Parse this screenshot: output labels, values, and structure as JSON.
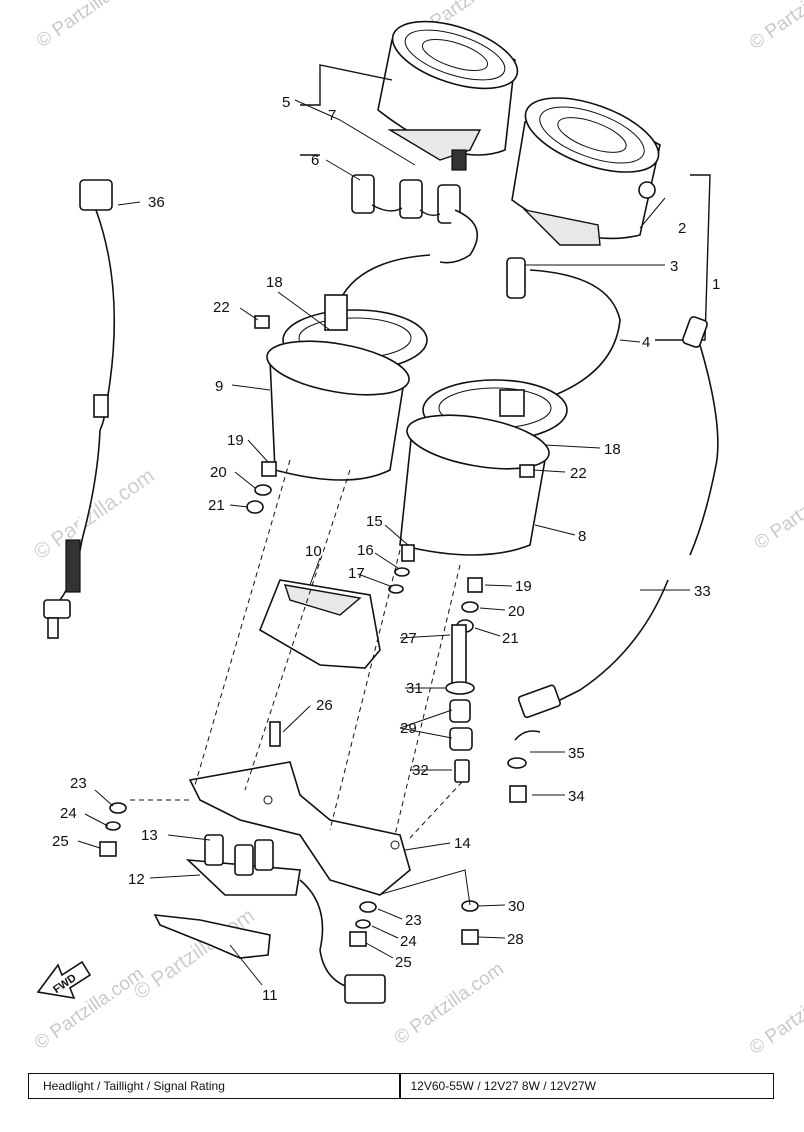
{
  "watermarks": {
    "repeat": "© Partzilla.com",
    "side_left": "© Partzilla.com",
    "side_right": "© Partzilla.com"
  },
  "callouts": {
    "c1": "1",
    "c2": "2",
    "c3": "3",
    "c4": "4",
    "c5": "5",
    "c6": "6",
    "c7": "7",
    "c8": "8",
    "c9": "9",
    "c10": "10",
    "c11": "11",
    "c12": "12",
    "c13": "13",
    "c14": "14",
    "c15": "15",
    "c16": "16",
    "c17": "17",
    "c18a": "18",
    "c18b": "18",
    "c19a": "19",
    "c19b": "19",
    "c20a": "20",
    "c20b": "20",
    "c21a": "21",
    "c21b": "21",
    "c22a": "22",
    "c22b": "22",
    "c23a": "23",
    "c23b": "23",
    "c24a": "24",
    "c24b": "24",
    "c25a": "25",
    "c25b": "25",
    "c26": "26",
    "c27": "27",
    "c28": "28",
    "c29": "29",
    "c30": "30",
    "c31": "31",
    "c32": "32",
    "c33": "33",
    "c34": "34",
    "c35": "35",
    "c36": "36"
  },
  "fwd_label": "FWD",
  "rating": {
    "label": "Headlight / Taillight / Signal Rating",
    "value": "12V60-55W / 12V27 8W / 12V27W"
  }
}
